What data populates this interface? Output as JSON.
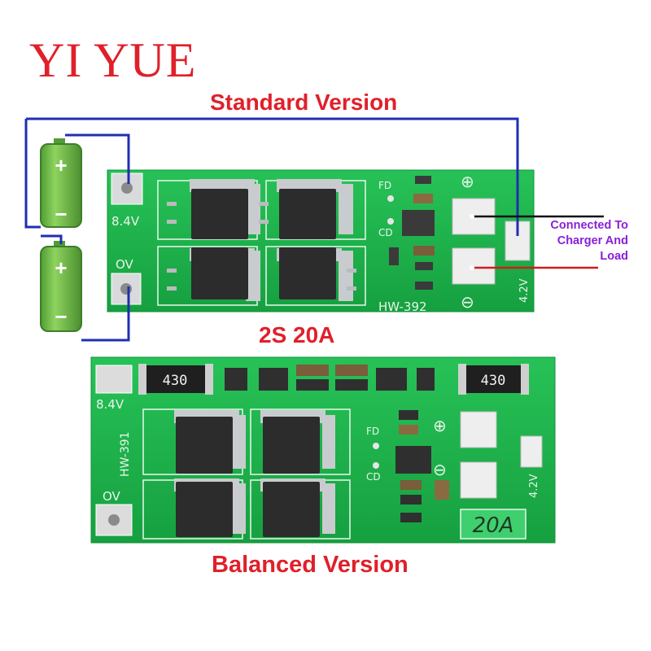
{
  "brand": {
    "text": "YI YUE",
    "color": "#e0202a"
  },
  "titles": {
    "standard": "Standard Version",
    "model": "2S 20A",
    "balanced": "Balanced Version"
  },
  "callout": {
    "line1": "Connected To",
    "line2": "Charger And",
    "line3": "Load",
    "color": "#8a1fd6"
  },
  "standard_board": {
    "pad_top_label": "8.4V",
    "pad_bottom_label": "OV",
    "pad_mid_label": "4.2V",
    "model_label": "HW-392",
    "fd_label": "FD",
    "cd_label": "CD",
    "plus_symbol": "⊕",
    "minus_symbol": "⊖"
  },
  "balanced_board": {
    "pad_top_label": "8.4V",
    "pad_bottom_label": "OV",
    "pad_right_label": "4.2V",
    "model_label": "HW-391",
    "resistor_left": "430",
    "resistor_right": "430",
    "rating_badge": "20A",
    "fd_label": "FD",
    "cd_label": "CD",
    "plus_symbol": "⊕",
    "minus_symbol": "⊖"
  },
  "batteries": [
    {
      "plus": "+",
      "minus": "−"
    },
    {
      "plus": "+",
      "minus": "−"
    }
  ],
  "colors": {
    "pcb": "#1fb24a",
    "battery": "#78c04e",
    "wire_blue": "#1f2fb0",
    "wire_red": "#cc1f1f",
    "wire_black": "#111111"
  }
}
